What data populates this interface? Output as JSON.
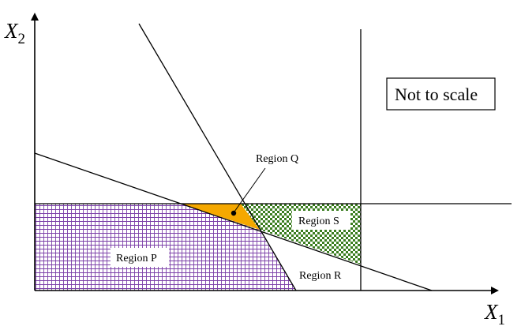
{
  "axes": {
    "x": {
      "symbol": "X",
      "subscript": "1"
    },
    "y": {
      "symbol": "X",
      "subscript": "2"
    }
  },
  "regions": {
    "p": {
      "label": "Region P",
      "color": "#7b3fa8"
    },
    "q": {
      "label": "Region Q",
      "color": "#f5a800"
    },
    "r": {
      "label": "Region R"
    },
    "s": {
      "label": "Region S",
      "color": "#3a7d1f"
    }
  },
  "note": "Not to scale",
  "colors": {
    "line": "#000000",
    "background": "#ffffff"
  }
}
